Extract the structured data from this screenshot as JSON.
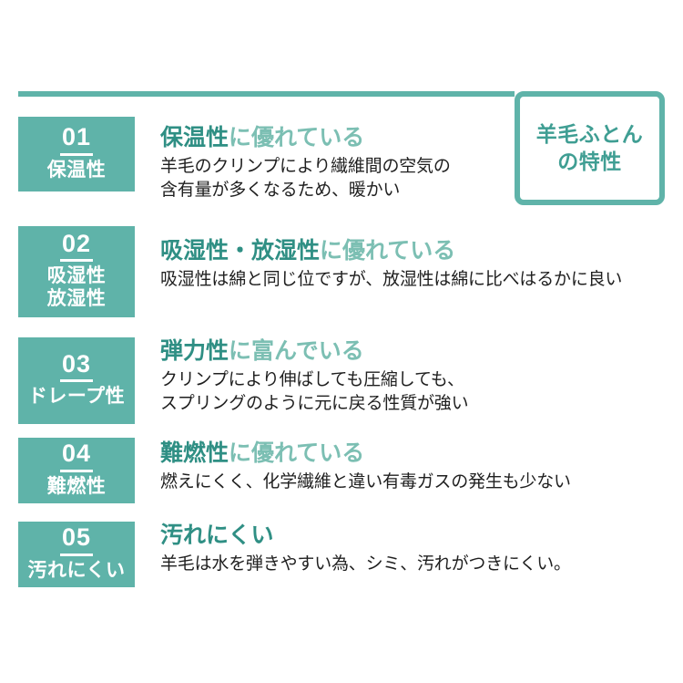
{
  "title_card": {
    "line1": "羊毛ふとん",
    "line2": "の特性"
  },
  "colors": {
    "teal": "#5fb3a9",
    "keyword": "#2f8f84",
    "suffix": "#7cbfb3",
    "body": "#1f1f1f",
    "background": "#ffffff"
  },
  "items": [
    {
      "number": "01",
      "badge_label": "保温性",
      "heading_keyword": "保温性",
      "heading_suffix": "に優れている",
      "body": "羊毛のクリンプにより繊維間の空気の\n含有量が多くなるため、暖かい"
    },
    {
      "number": "02",
      "badge_label": "吸湿性\n放湿性",
      "heading_keyword": "吸湿性・放湿性",
      "heading_suffix": "に優れている",
      "body": "吸湿性は綿と同じ位ですが、放湿性は綿に比べはるかに良い"
    },
    {
      "number": "03",
      "badge_label": "ドレープ性",
      "heading_keyword": "弾力性",
      "heading_suffix": "に富んでいる",
      "body": "クリンプにより伸ばしても圧縮しても、\nスプリングのように元に戻る性質が強い"
    },
    {
      "number": "04",
      "badge_label": "難燃性",
      "heading_keyword": "難燃性",
      "heading_suffix": "に優れている",
      "body": "燃えにくく、化学繊維と違い有毒ガスの発生も少ない"
    },
    {
      "number": "05",
      "badge_label": "汚れにくい",
      "heading_keyword": "汚れにくい",
      "heading_suffix": "",
      "body": "羊毛は水を弾きやすい為、シミ、汚れがつきにくい。"
    }
  ]
}
